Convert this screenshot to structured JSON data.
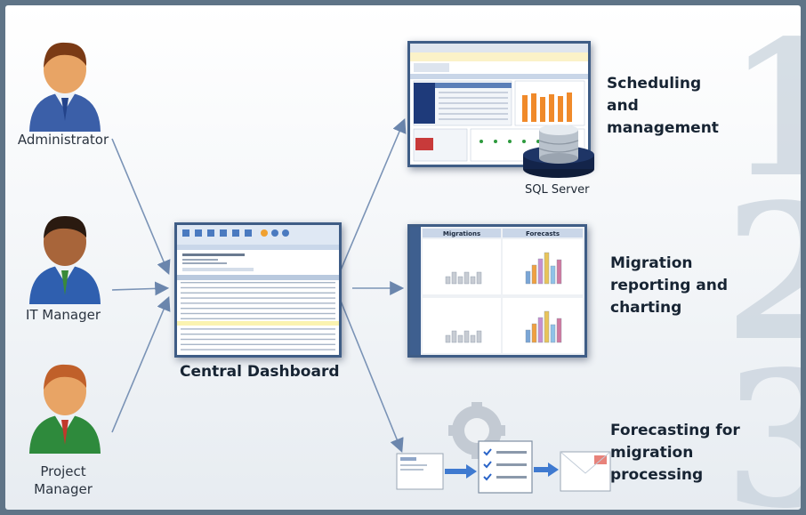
{
  "roles": [
    {
      "label": "Administrator"
    },
    {
      "label": "IT Manager"
    },
    {
      "label": "Project\nManager"
    }
  ],
  "center_label": "Central Dashboard",
  "db_label": "SQL Server",
  "steps": [
    {
      "number": "1",
      "text": "Scheduling\nand\nmanagement"
    },
    {
      "number": "2",
      "text": "Migration\nreporting and\ncharting"
    },
    {
      "number": "3",
      "text": "Forecasting for\nmigration\nprocessing"
    }
  ],
  "report_headers": [
    "Migrations",
    "Forecasts"
  ],
  "colors": {
    "frame_border": "#5f7487",
    "arrow": "#6b86ad",
    "admin_shirt": "#3b5fa8",
    "itmanager_shirt": "#2f5faf",
    "pm_shirt": "#2e8a3c",
    "screen_border": "#3f5d86"
  },
  "icons": [
    "admin-avatar-icon",
    "itmanager-avatar-icon",
    "pm-avatar-icon",
    "database-icon",
    "gear-icon",
    "document-icon",
    "envelope-icon"
  ]
}
